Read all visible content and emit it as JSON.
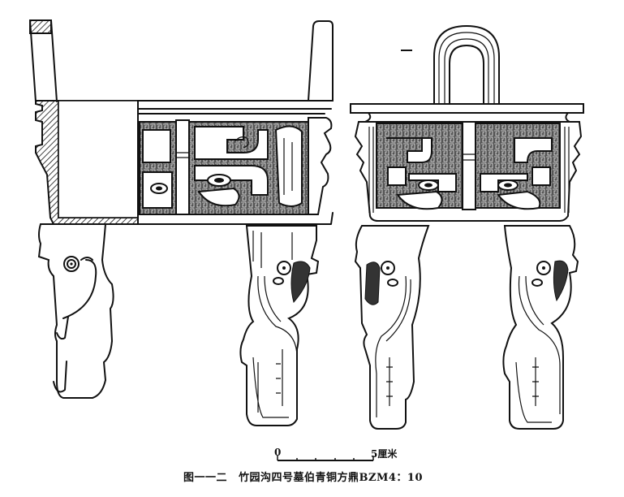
{
  "figure": {
    "number": "图一一二",
    "title": "竹园沟四号墓伯青铜方鼎BZM4：10",
    "views": [
      {
        "name": "section-elevation",
        "description": "half section / half elevation of square ding"
      },
      {
        "name": "side-elevation",
        "description": "side view with loop handle"
      }
    ]
  },
  "scale_bar": {
    "start_label": "0",
    "end_label": "5",
    "unit": "厘米",
    "ticks": 5
  },
  "colors": {
    "ink": "#111111",
    "paper": "#ffffff"
  }
}
